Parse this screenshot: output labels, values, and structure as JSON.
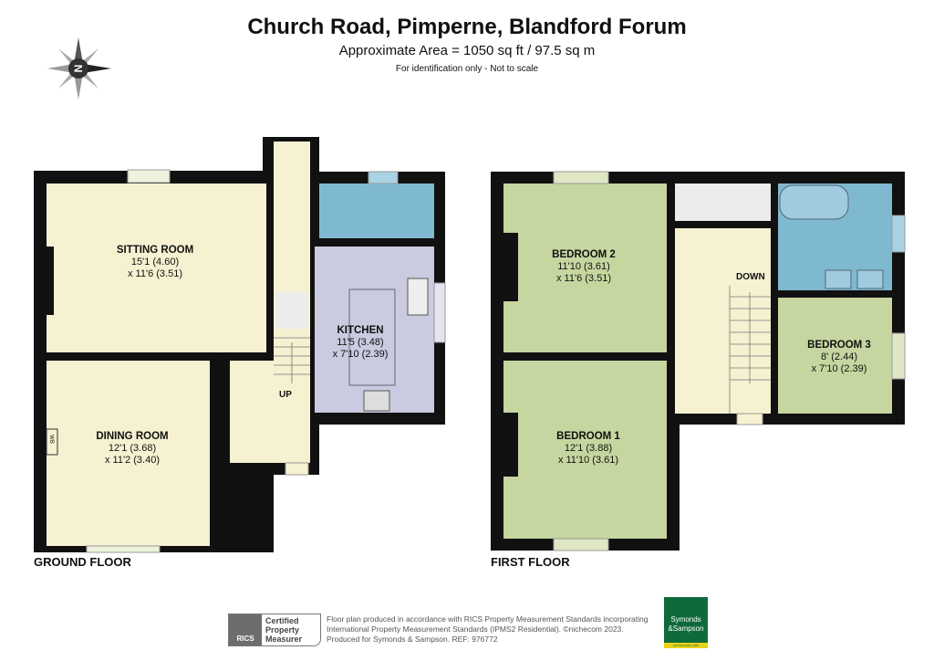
{
  "header": {
    "title": "Church Road, Pimperne, Blandford Forum",
    "area": "Approximate Area = 1050 sq ft / 97.5 sq m",
    "note": "For identification only - Not to scale"
  },
  "compass": {
    "label": "N",
    "icon": "compass-icon"
  },
  "ground_floor": {
    "label": "GROUND FLOOR",
    "stairs": "UP",
    "wb": "WB",
    "rooms": [
      {
        "name": "SITTING ROOM",
        "dim1": "15'1 (4.60)",
        "dim2": "x 11'6 (3.51)"
      },
      {
        "name": "DINING ROOM",
        "dim1": "12'1 (3.68)",
        "dim2": "x 11'2 (3.40)"
      },
      {
        "name": "KITCHEN",
        "dim1": "11'5 (3.48)",
        "dim2": "x 7'10 (2.39)"
      }
    ]
  },
  "first_floor": {
    "label": "FIRST FLOOR",
    "stairs": "DOWN",
    "rooms": [
      {
        "name": "BEDROOM 2",
        "dim1": "11'10 (3.61)",
        "dim2": "x 11'6 (3.51)"
      },
      {
        "name": "BEDROOM 1",
        "dim1": "12'1 (3.88)",
        "dim2": "x 11'10 (3.61)"
      },
      {
        "name": "BEDROOM 3",
        "dim1": "8' (2.44)",
        "dim2": "x 7'10 (2.39)"
      }
    ]
  },
  "colors": {
    "wall": "#111111",
    "living": "#f6f1d1",
    "bedroom": "#c6d6a0",
    "wet": "#7fb9cf",
    "kitchen": "#cacae0",
    "cupboard": "#ececea"
  },
  "footer": {
    "rics": {
      "badge": "RICS",
      "line1": "Certified",
      "line2": "Property",
      "line3": "Measurer"
    },
    "disclaimer": [
      "Floor plan produced in accordance with RICS Property Measurement Standards incorporating",
      "International Property Measurement Standards (IPMS2 Residential).  ©nichecom 2023.",
      "Produced for Symonds & Sampson.   REF: 976772"
    ],
    "agent": {
      "line1": "Symonds",
      "line2": "&Sampson",
      "est": "ESTABLISHED 1858"
    }
  }
}
